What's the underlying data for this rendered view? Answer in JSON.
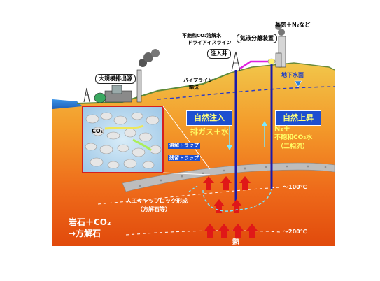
{
  "labels": {
    "steam": "蒸気＋N₂など",
    "dissolve_line": "不飽和CO₂溶解水",
    "dissolve_line2": "ドライアイスライン",
    "separator": "気液分離装置",
    "injection_well": "注入井",
    "emission_source": "大規模排出源",
    "pipeline_line1": "パイプライン",
    "pipeline_line2": "輸送",
    "groundwater": "地下水面",
    "natural_injection": "自然注入",
    "natural_rise": "自然上昇",
    "exhaust_water": "排ガス＋水",
    "n2_line1": "N₂＋",
    "n2_line2": "不飽和CO₂水",
    "n2_line3": "（二相流）",
    "co2": "CO₂",
    "structural_trap": "溶解トラップ",
    "residual_trap": "残留トラップ",
    "caprock_line1": "人工キャップロック形成",
    "caprock_line2": "（方解石等）",
    "temp100": "～100℃",
    "temp200": "～200℃",
    "reaction_line1": "岩石＋CO₂",
    "reaction_line2": "→方解石",
    "heat": "熱"
  },
  "colors": {
    "sky": "#ffffff",
    "sea": "#2a7fd8",
    "upper_crust": "#e8b13a",
    "middle_crust": "#f07820",
    "lower_crust": "#e84810",
    "box_frame": "#d42020",
    "well": "#1a1aaa",
    "pipeline": "#e020e0"
  }
}
